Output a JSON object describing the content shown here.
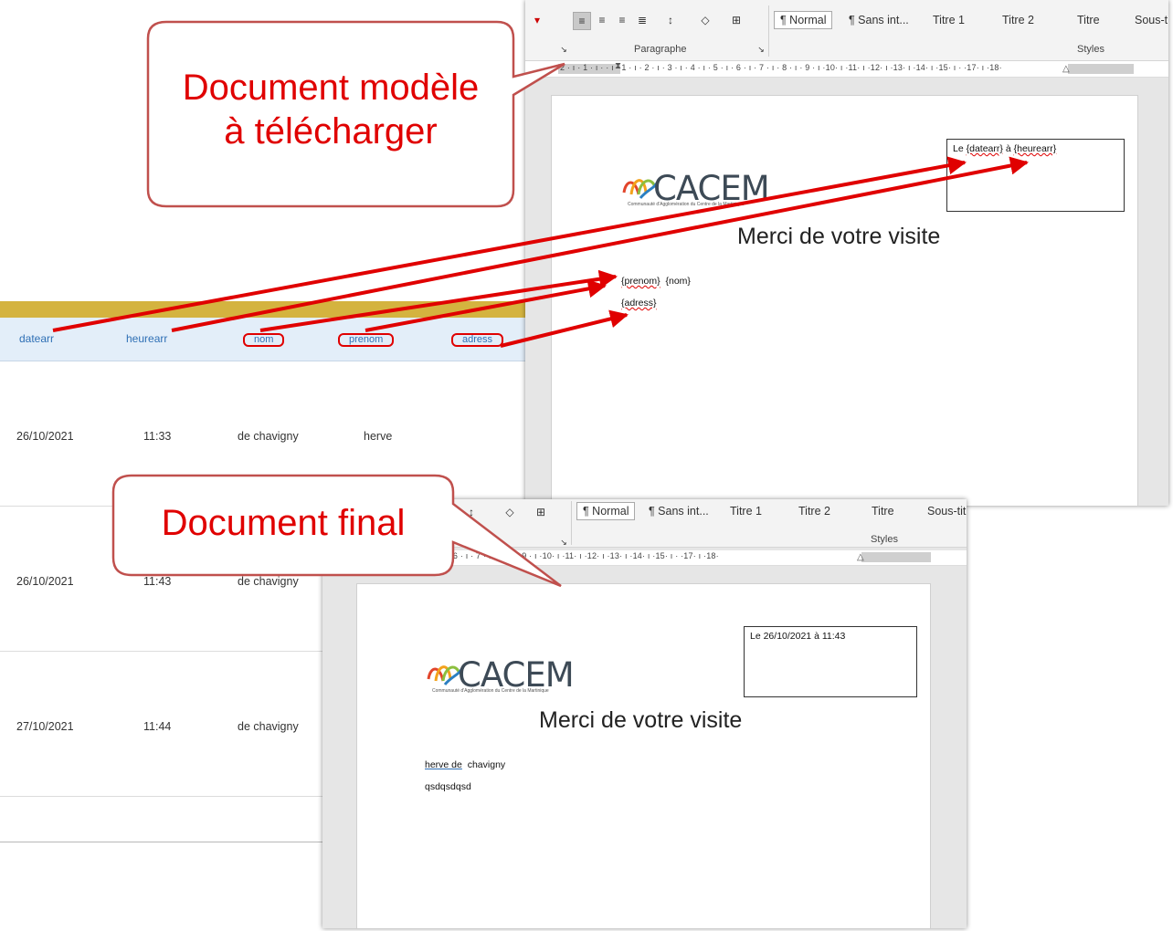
{
  "table": {
    "headers": [
      "datearr",
      "heurearr",
      "nom",
      "prenom",
      "adress"
    ],
    "rows": [
      [
        "26/10/2021",
        "11:33",
        "de chavigny",
        "herve"
      ],
      [
        "26/10/2021",
        "11:43",
        "de chavigny"
      ],
      [
        "27/10/2021",
        "11:44",
        "de chavigny"
      ]
    ]
  },
  "template_doc": {
    "ribbon": {
      "paragraph_group": "Paragraphe",
      "styles_group": "Styles",
      "styles": [
        "¶ Normal",
        "¶ Sans int...",
        "Titre 1",
        "Titre 2",
        "Titre",
        "Sous-t"
      ]
    },
    "ruler": "2 · ı · 1 · ı ·     · ı · 1 · ı · 2 · ı · 3 · ı · 4 · ı · 5 · ı · 6 · ı · 7 · ı · 8 · ı · 9 · ı ·10· ı ·11· ı ·12· ı ·13· ı ·14· ı ·15· ı ·     ·17· ı ·18·",
    "logo": "CACEM",
    "logo_subtitle": "Communauté d'Agglomération du Centre de la Martinique",
    "title": "Merci de votre visite",
    "date_box": {
      "prefix": "Le ",
      "datearr": "{datearr}",
      "mid": " à ",
      "heurearr": "{heurearr}"
    },
    "name_line": {
      "prenom": "{prenom}",
      "nom": "{nom}"
    },
    "address_line": "{adress}"
  },
  "final_doc": {
    "ribbon": {
      "styles_group": "Styles",
      "styles": [
        "¶ Normal",
        "¶ Sans int...",
        "Titre 1",
        "Titre 2",
        "Titre",
        "Sous-tit"
      ]
    },
    "ruler": "2 · ı · 1 · ı ·     · ı · 1 · ı · 2 · ı · 3 · ı · 4 · ı · 5 · ı · 6 · ı · 7 · ı · 8 · ı · 9 · ı ·10· ı ·11· ı ·12· ı ·13· ı ·14· ı ·15· ı ·     ·17· ı ·18·",
    "logo": "CACEM",
    "logo_subtitle": "Communauté d'Agglomération du Centre de la Martinique",
    "title": "Merci de votre visite",
    "date_box": "Le 26/10/2021 à 11:43",
    "name_line": {
      "prenom": "herve  de",
      "nom": "chavigny"
    },
    "address_line": "qsdqsdqsd"
  },
  "callouts": {
    "template_line1": "Document  modèle",
    "template_line2": "à télécharger",
    "final": "Document final"
  },
  "colors": {
    "annotation_red": "#e00000",
    "header_blue": "#2e6fb5",
    "gold_bar": "#d4b33f"
  }
}
